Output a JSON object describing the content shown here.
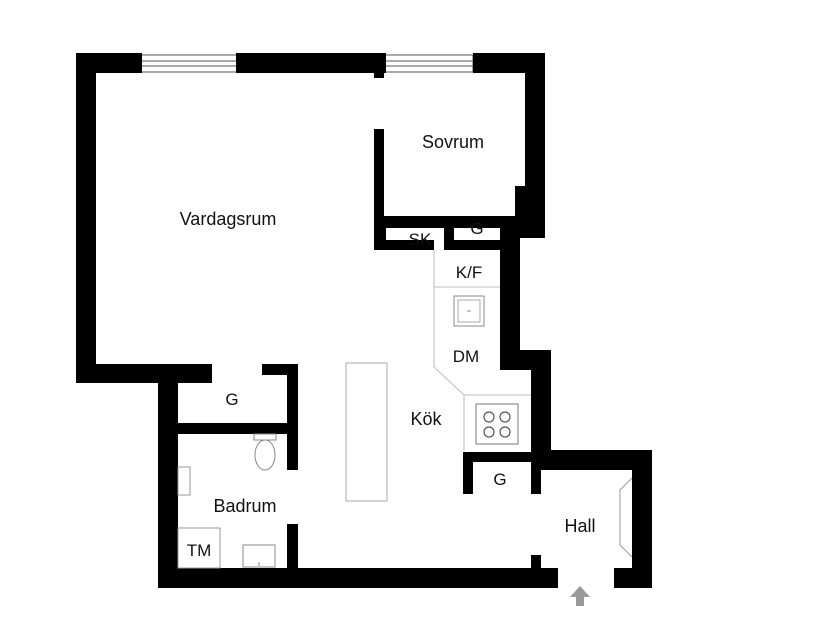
{
  "rooms": {
    "vardagsrum": "Vardagsrum",
    "sovrum": "Sovrum",
    "sk": "SK",
    "g_bedroom": "G",
    "kf": "K/F",
    "dm": "DM",
    "kok": "Kök",
    "g_left": "G",
    "g_kitchen": "G",
    "badrum": "Badrum",
    "tm": "TM",
    "hall": "Hall"
  },
  "colors": {
    "wall": "#000000",
    "background": "#ffffff",
    "fixture_line": "#888888",
    "entrance_arrow": "#999999"
  },
  "icons": {
    "entrance": "up-arrow-icon",
    "stove": "stove-icon",
    "toilet": "toilet-icon",
    "sink": "sink-icon",
    "kitchen_sink": "kitchen-sink-icon",
    "window": "window-icon"
  }
}
